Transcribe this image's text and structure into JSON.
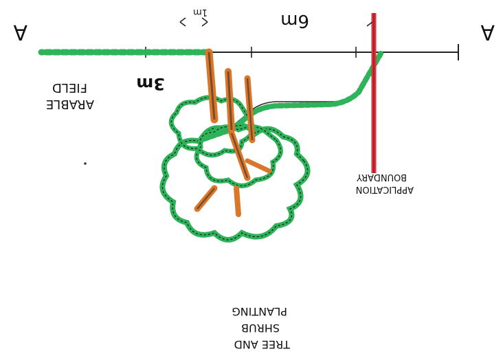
{
  "section_marker_left": "A",
  "section_marker_right": "A",
  "dim_6m": "6m",
  "dim_3m": "3m",
  "dim_1m": "1m",
  "arable_field": [
    "ARABLE",
    "FIELD"
  ],
  "application_boundary": [
    "APPLICATION",
    "BOUNDARY"
  ],
  "tree_shrub_planting": [
    "TREE AND",
    "SHRUB",
    "PLANTING"
  ],
  "colors": {
    "hedge_green": "#2fb35a",
    "trunk_orange": "#d9782a",
    "trunk_brown": "#7a4a2a",
    "boundary_red": "#e0303a",
    "ink": "#111111"
  }
}
